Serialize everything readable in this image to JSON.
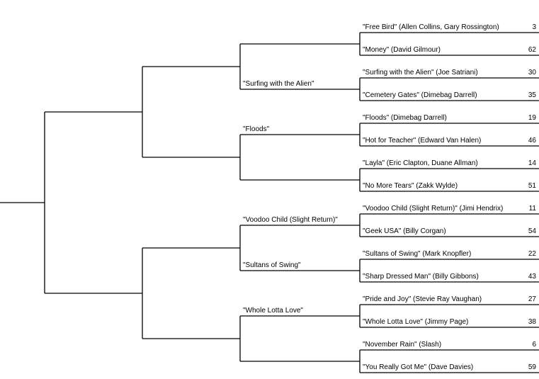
{
  "round1": [
    {
      "song": "\"Free Bird\" (Allen Collins, Gary Rossington)",
      "seed": "3"
    },
    {
      "song": "\"Money\" (David Gilmour)",
      "seed": "62"
    },
    {
      "song": "\"Surfing with the Alien\" (Joe Satriani)",
      "seed": "30"
    },
    {
      "song": "\"Cemetery Gates\" (Dimebag Darrell)",
      "seed": "35"
    },
    {
      "song": "\"Floods\" (Dimebag Darrell)",
      "seed": "19"
    },
    {
      "song": "\"Hot for Teacher\" (Edward Van Halen)",
      "seed": "46"
    },
    {
      "song": "\"Layla\" (Eric Clapton, Duane Allman)",
      "seed": "14"
    },
    {
      "song": "\"No More Tears\" (Zakk Wylde)",
      "seed": "51"
    },
    {
      "song": "\"Voodoo Child (Slight Return)\" (Jimi Hendrix)",
      "seed": "11"
    },
    {
      "song": "\"Geek USA\" (Billy Corgan)",
      "seed": "54"
    },
    {
      "song": "\"Sultans of Swing\" (Mark Knopfler)",
      "seed": "22"
    },
    {
      "song": "\"Sharp Dressed Man\" (Billy Gibbons)",
      "seed": "43"
    },
    {
      "song": "\"Pride and Joy\" (Stevie Ray Vaughan)",
      "seed": "27"
    },
    {
      "song": "\"Whole Lotta Love\" (Jimmy Page)",
      "seed": "38"
    },
    {
      "song": "\"November Rain\" (Slash)",
      "seed": "6"
    },
    {
      "song": "\"You Really Got Me\" (Dave Davies)",
      "seed": "59"
    }
  ],
  "round2": [
    "",
    "\"Surfing with the Alien\"",
    "\"Floods\"",
    "",
    "\"Voodoo Child (Slight Return)\"",
    "\"Sultans of Swing\"",
    "\"Whole Lotta Love\"",
    ""
  ],
  "round3": [
    "",
    "",
    "",
    ""
  ],
  "round4": [
    "",
    ""
  ],
  "final": [
    ""
  ]
}
